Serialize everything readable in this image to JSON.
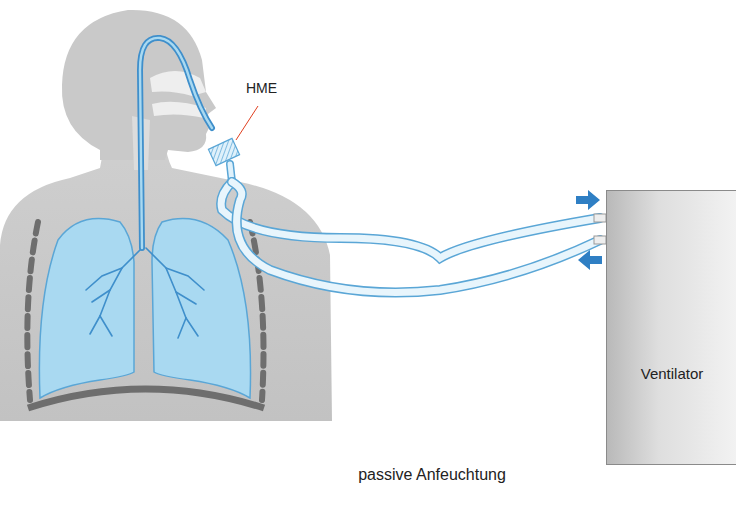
{
  "diagram": {
    "caption": "passive Anfeuchtung",
    "nodes": [
      {
        "text": [
          "Ventilator"
        ]
      }
    ],
    "labels": [
      "HME"
    ]
  }
}
